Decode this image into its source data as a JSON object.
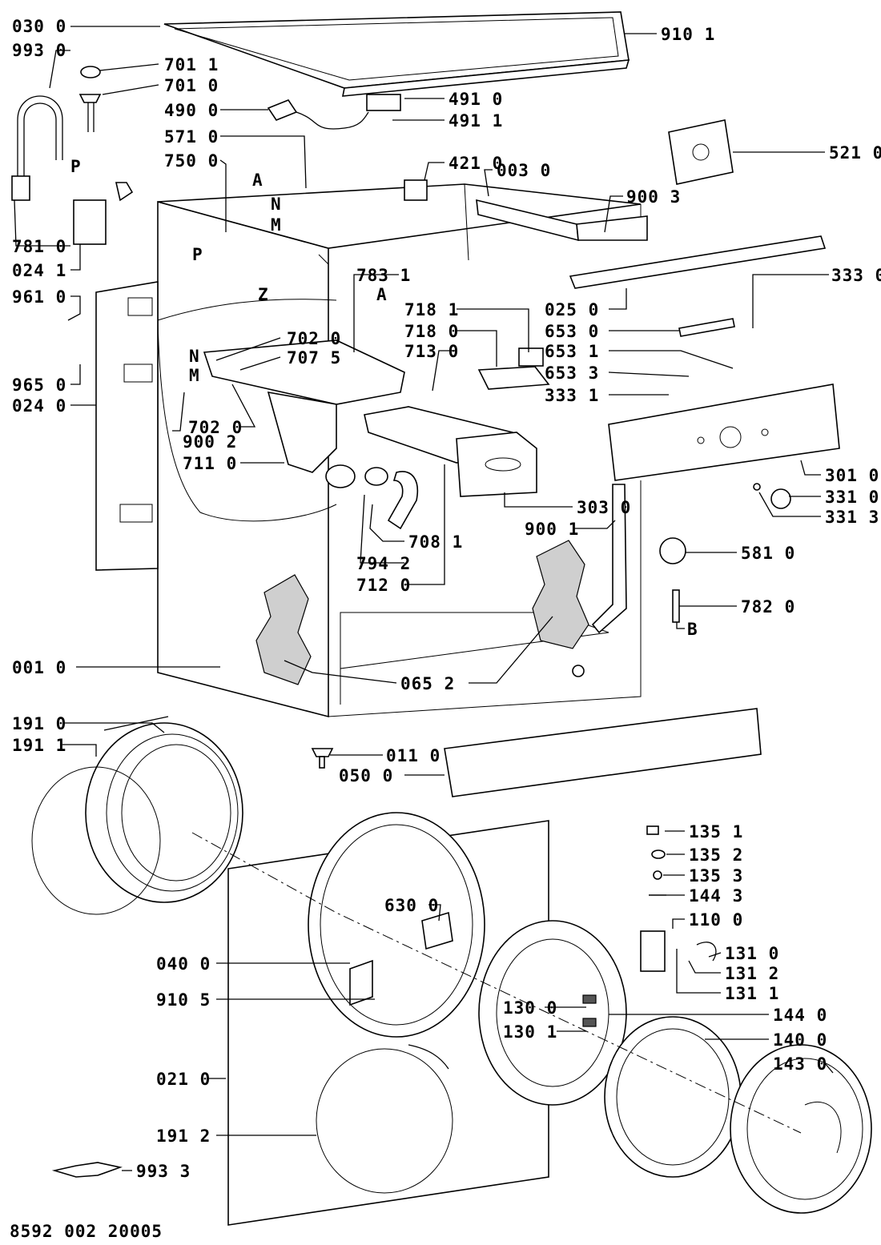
{
  "labels": {
    "l0300": "030 0",
    "l9930": "993 0",
    "l7011": "701 1",
    "l7010": "701 0",
    "l4900": "490 0",
    "l5710": "571 0",
    "l7500": "750 0",
    "l7810": "781 0",
    "l0241": "024 1",
    "l9610": "961 0",
    "l9650": "965 0",
    "l0240": "024 0",
    "l7020a": "702 0",
    "l7075": "707 5",
    "l7020b": "702 0",
    "l9002": "900 2",
    "l7110": "711 0",
    "l7831": "783 1",
    "l7181": "718 1",
    "l7180": "718 0",
    "l7130": "713 0",
    "l7081": "708 1",
    "l7942": "794 2",
    "l7120": "712 0",
    "l3030": "303 0",
    "l9001": "900 1",
    "l0010": "001 0",
    "l0652": "065 2",
    "l9101": "910 1",
    "l4910": "491 0",
    "l4911": "491 1",
    "l5210": "521 0",
    "l4210": "421 0",
    "l0030": "003 0",
    "l9003": "900 3",
    "l3330": "333 0",
    "l0250": "025 0",
    "l6530": "653 0",
    "l6531": "653 1",
    "l6533": "653 3",
    "l3331": "333 1",
    "l3010": "301 0",
    "l3310": "331 0",
    "l3313": "331 3",
    "l5810": "581 0",
    "l7820": "782 0",
    "l1910": "191 0",
    "l1911": "191 1",
    "l0110": "011 0",
    "l0500": "050 0",
    "l6300": "630 0",
    "l0400": "040 0",
    "l9105": "910 5",
    "l0210": "021 0",
    "l1912": "191 2",
    "l9933": "993 3",
    "l1351": "135 1",
    "l1352": "135 2",
    "l1353": "135 3",
    "l1443": "144 3",
    "l1100": "110 0",
    "l1310": "131 0",
    "l1312": "131 2",
    "l1311": "131 1",
    "l1300": "130 0",
    "l1301": "130 1",
    "l1440": "144 0",
    "l1400": "140 0",
    "l1430": "143 0"
  },
  "letters": {
    "p1": "P",
    "a1": "A",
    "n1": "N",
    "m1": "M",
    "p2": "P",
    "z1": "Z",
    "a2": "A",
    "n2": "N",
    "m2": "M",
    "b1": "B"
  },
  "footer": {
    "doc_number": "8592 002 20005"
  }
}
